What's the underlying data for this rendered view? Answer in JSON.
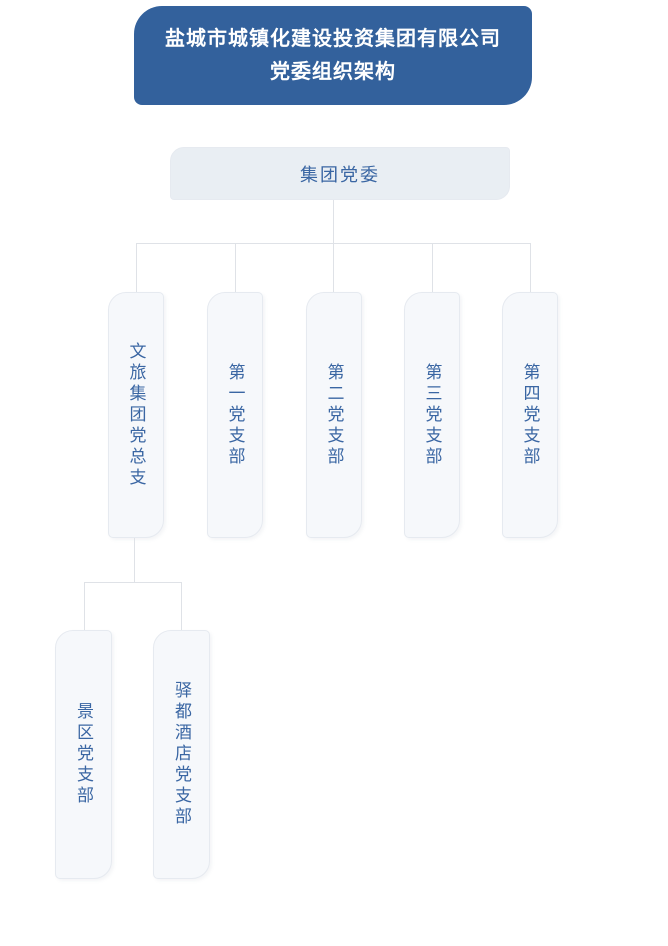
{
  "header": {
    "title_line1": "盐城市城镇化建设投资集团有限公司",
    "title_line2": "党委组织架构"
  },
  "tree": {
    "root": {
      "label": "集团党委"
    },
    "children": [
      {
        "label": "文旅集团党总支",
        "children": [
          {
            "label": "景区党支部"
          },
          {
            "label": "驿都酒店党支部"
          }
        ]
      },
      {
        "label": "第一党支部"
      },
      {
        "label": "第二党支部"
      },
      {
        "label": "第三党支部"
      },
      {
        "label": "第四党支部"
      }
    ]
  },
  "colors": {
    "header_bg": "#33619C",
    "header_text": "#FFFFFF",
    "root_node_bg": "#E9EEF3",
    "leaf_node_bg": "#F6F8FB",
    "node_text": "#3A66A3",
    "node_border": "#E6EAF0",
    "connector": "#DFE2E7",
    "page_bg": "#FFFFFF"
  }
}
